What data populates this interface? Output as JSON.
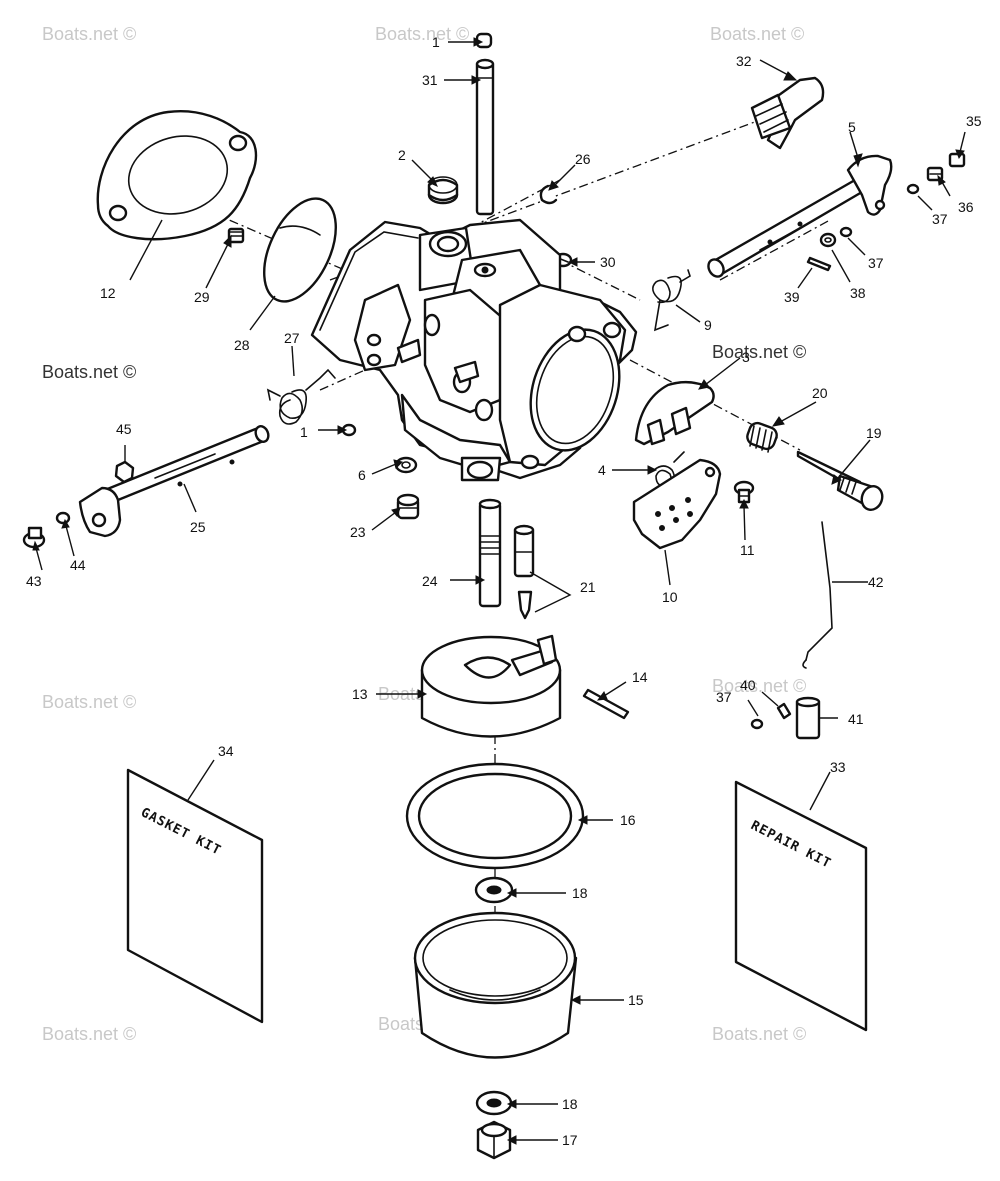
{
  "watermark": {
    "text": "Boats.net ©"
  },
  "kits": {
    "gasket": "GASKET KIT",
    "repair": "REPAIR KIT"
  },
  "callouts": {
    "p1a": "1",
    "p1b": "1",
    "p2": "2",
    "p3": "3",
    "p4": "4",
    "p5": "5",
    "p6": "6",
    "p9": "9",
    "p10": "10",
    "p11": "11",
    "p12": "12",
    "p13": "13",
    "p14": "14",
    "p15": "15",
    "p16": "16",
    "p17": "17",
    "p18a": "18",
    "p18b": "18",
    "p19": "19",
    "p20": "20",
    "p21": "21",
    "p23": "23",
    "p24": "24",
    "p25": "25",
    "p26": "26",
    "p27": "27",
    "p28": "28",
    "p29": "29",
    "p30": "30",
    "p31": "31",
    "p32": "32",
    "p33": "33",
    "p34": "34",
    "p35": "35",
    "p36": "36",
    "p37a": "37",
    "p37b": "37",
    "p37c": "37",
    "p38": "38",
    "p39": "39",
    "p40": "40",
    "p41": "41",
    "p42": "42",
    "p43": "43",
    "p44": "44",
    "p45": "45"
  }
}
